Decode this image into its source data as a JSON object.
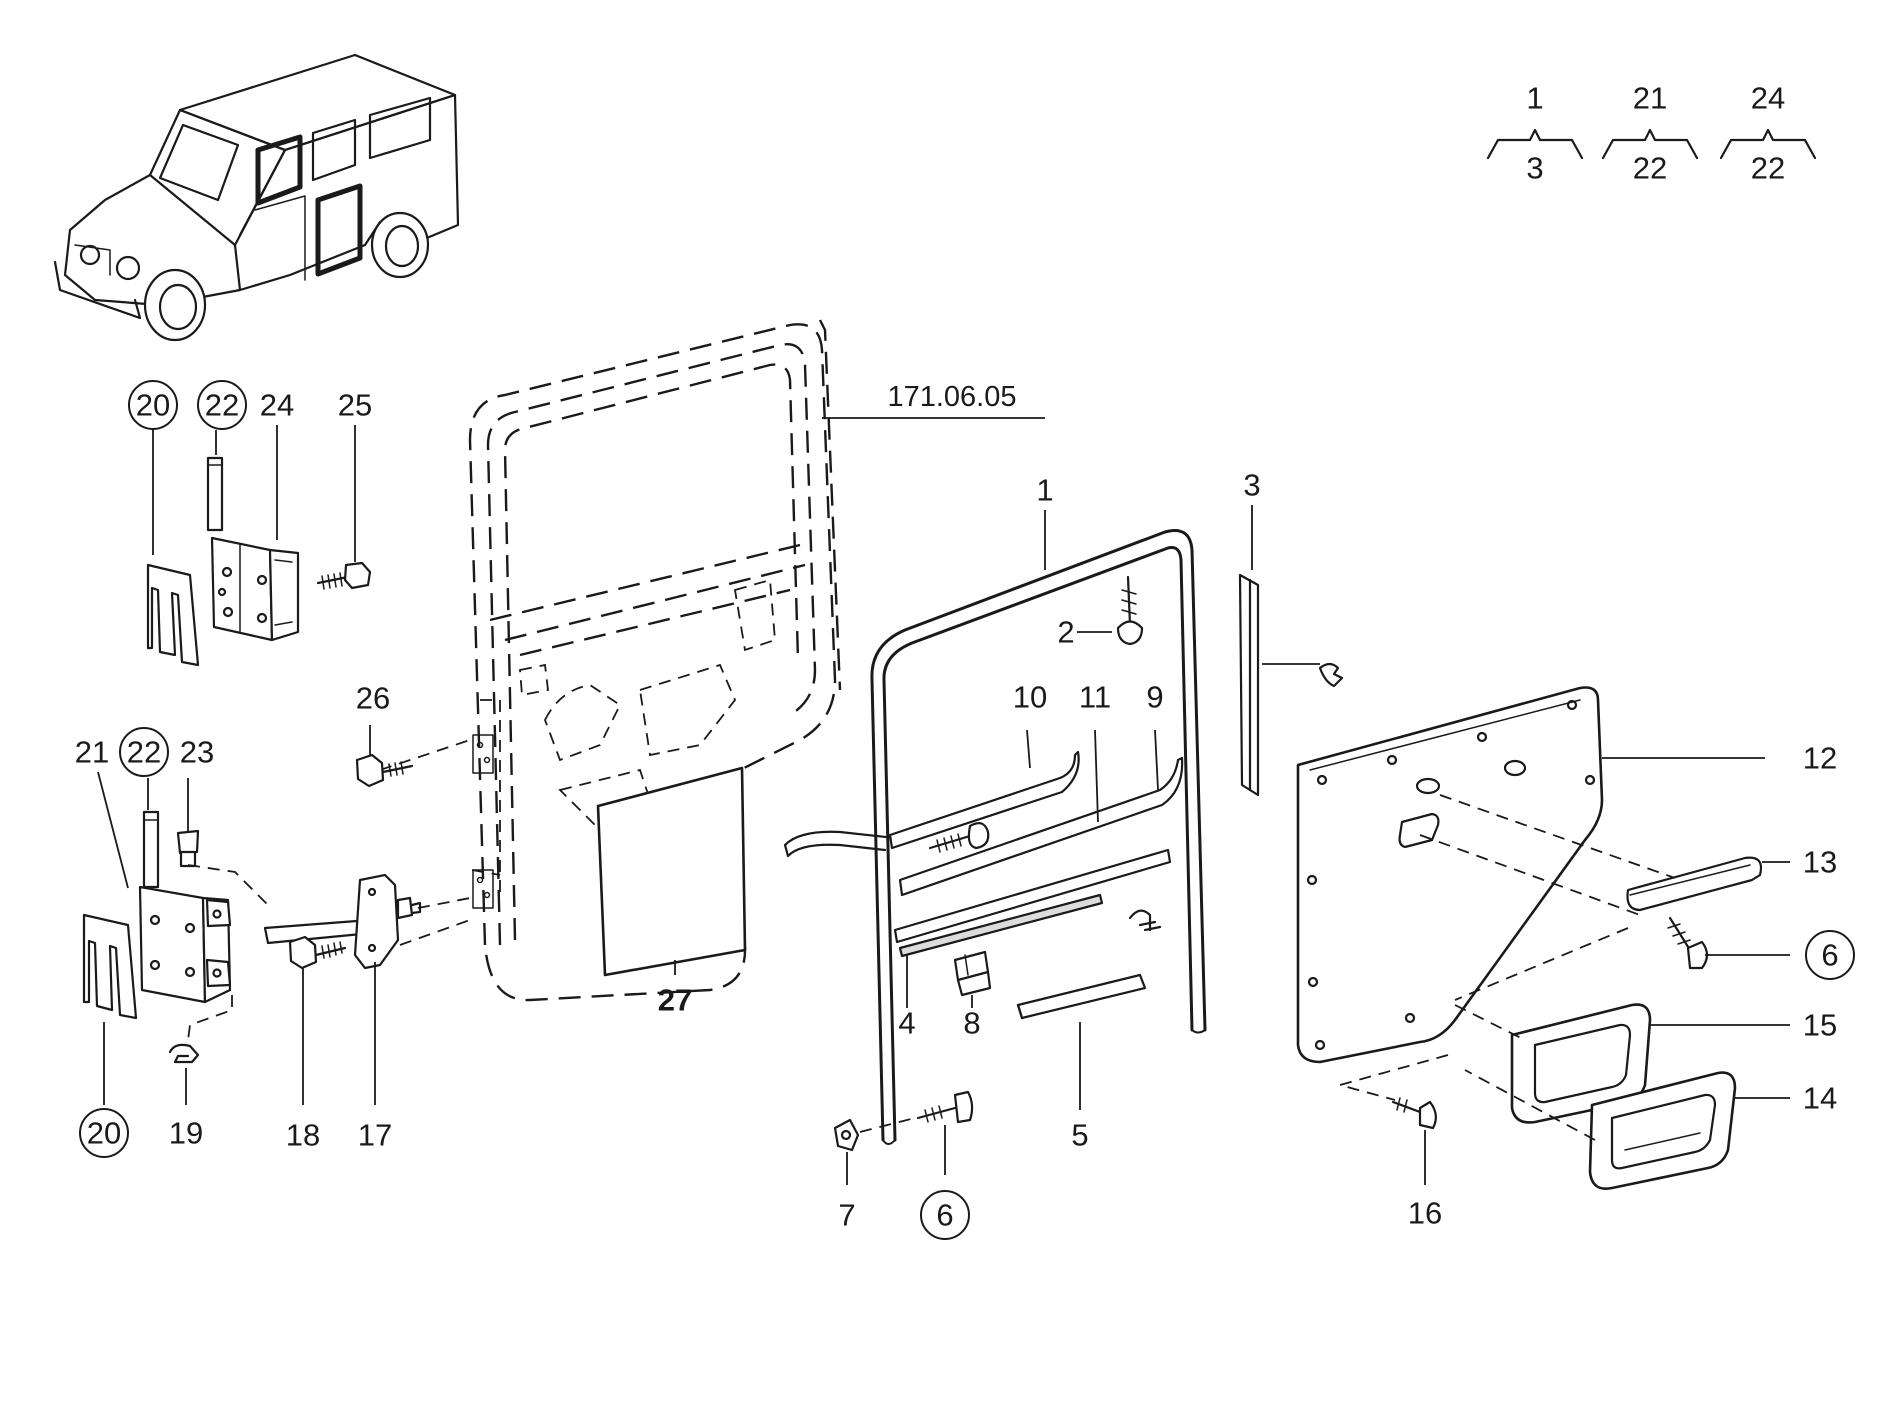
{
  "reference_number": "171.06.05",
  "legend": [
    {
      "top": "1",
      "bottom": "3"
    },
    {
      "top": "21",
      "bottom": "22"
    },
    {
      "top": "24",
      "bottom": "22"
    }
  ],
  "callouts": {
    "c1": "1",
    "c2": "2",
    "c3": "3",
    "c4": "4",
    "c5": "5",
    "c6a": "6",
    "c6b": "6",
    "c7": "7",
    "c8": "8",
    "c9": "9",
    "c10": "10",
    "c11": "11",
    "c12": "12",
    "c13": "13",
    "c14": "14",
    "c15": "15",
    "c16": "16",
    "c17": "17",
    "c18": "18",
    "c19": "19",
    "c20a": "20",
    "c20b": "20",
    "c21": "21",
    "c22a": "22",
    "c22b": "22",
    "c23": "23",
    "c24": "24",
    "c25": "25",
    "c26": "26",
    "c27": "27"
  }
}
